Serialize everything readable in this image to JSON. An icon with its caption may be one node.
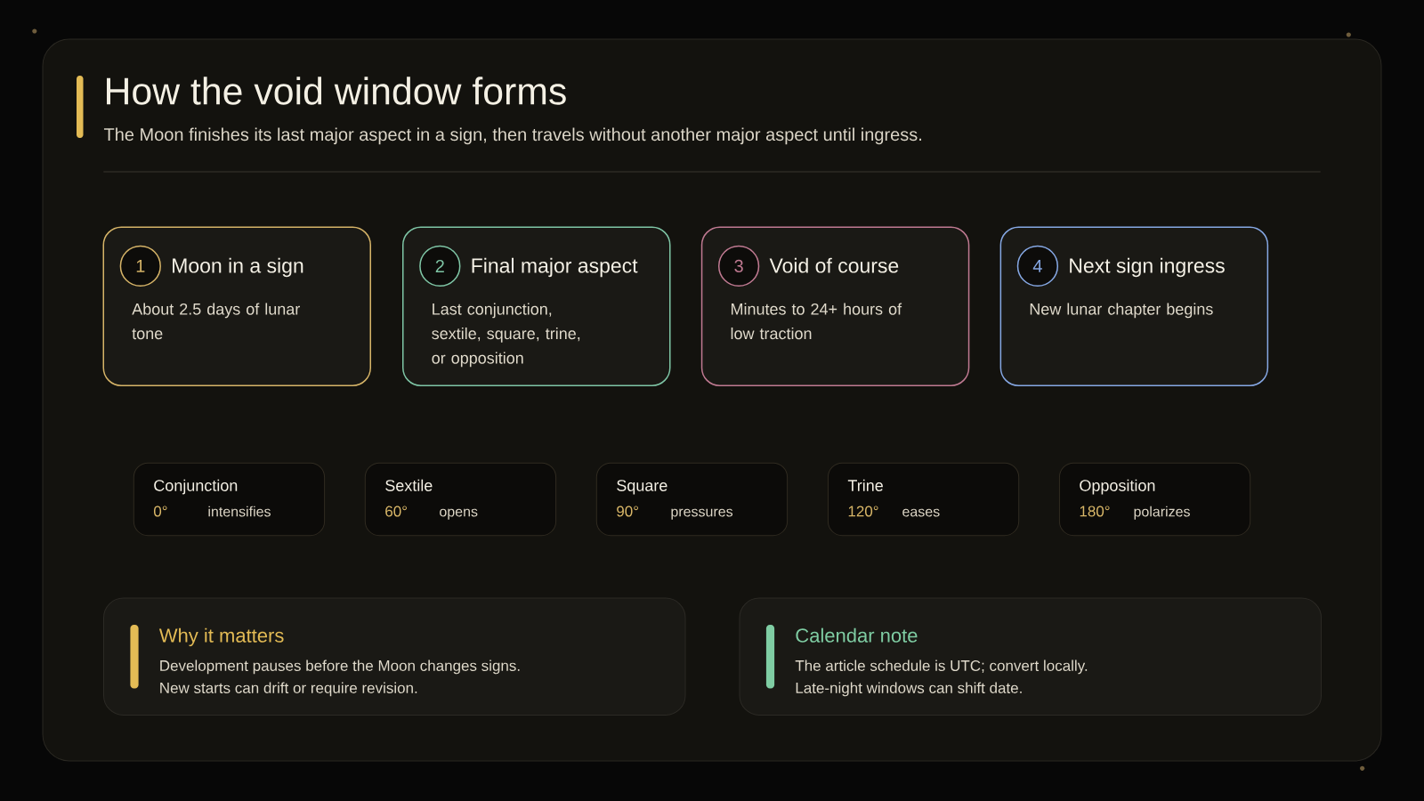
{
  "diagram": {
    "title": "How the void window forms",
    "nodes": [
      {
        "text": [
          "Moon in a sign",
          "About 2.5 days of lunar tone"
        ]
      },
      {
        "text": [
          "1"
        ],
        "in": 0
      },
      {
        "text": [
          "Final major aspect",
          "Last conjunction, sextile, square, trine, or opposition"
        ]
      },
      {
        "text": [
          "2"
        ],
        "in": 2
      },
      {
        "text": [
          "Void of course",
          "Minutes to 24+ hours of low traction"
        ]
      },
      {
        "text": [
          "3"
        ],
        "in": 4
      },
      {
        "text": [
          "Next sign ingress",
          "New lunar chapter begins"
        ]
      },
      {
        "text": [
          "4"
        ],
        "in": 6
      },
      {
        "text": [
          "Conjunction",
          "0°",
          "intensifies"
        ]
      },
      {
        "text": [
          "Sextile",
          "60°",
          "opens"
        ]
      },
      {
        "text": [
          "Square",
          "90°",
          "pressures"
        ]
      },
      {
        "text": [
          "Trine",
          "120°",
          "eases"
        ]
      },
      {
        "text": [
          "Opposition",
          "180°",
          "polarizes"
        ]
      },
      {
        "text": [
          "Why it matters",
          "Development pauses before the Moon changes signs.",
          "New starts can drift or require revision."
        ]
      },
      {
        "text": [
          "Calendar note",
          "The article schedule is UTC; convert locally.",
          "Late-night windows can shift date."
        ]
      }
    ],
    "labels": [
      "The Moon finishes its last major aspect in a sign, then travels without another major aspect until ingress."
    ]
  }
}
